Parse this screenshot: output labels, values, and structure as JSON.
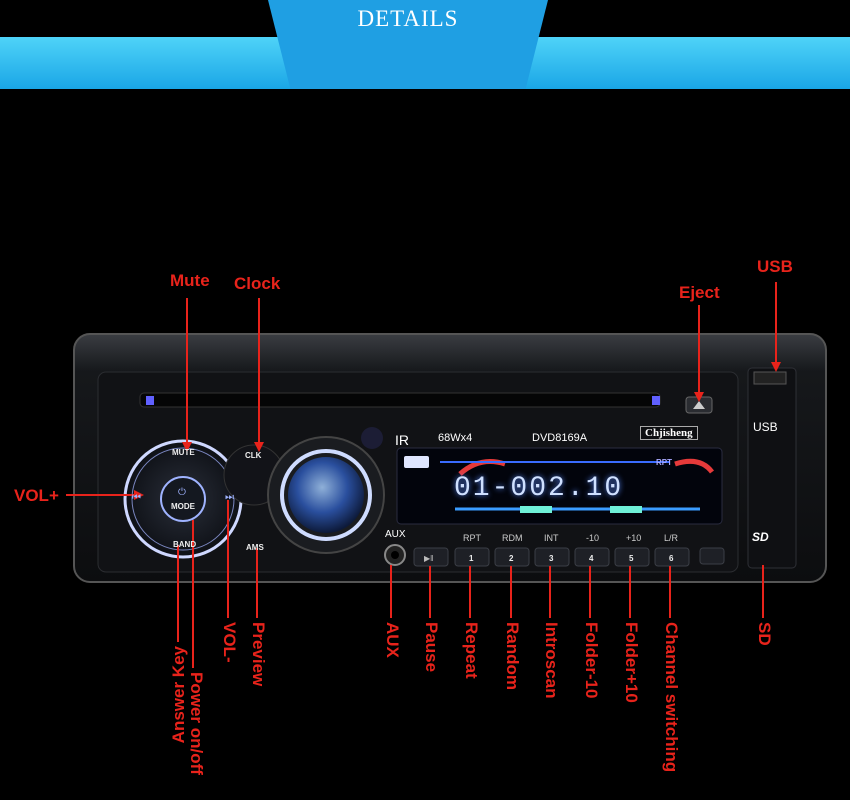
{
  "header": {
    "title": "DETAILS"
  },
  "device": {
    "brand": "Chjisheng",
    "power_rating": "68Wx4",
    "model": "DVD8169A",
    "ir": "IR",
    "display_text": "01-002.10",
    "display_badge": "RPT",
    "aux_jack_label": "AUX",
    "usb_label": "USB",
    "sd_label": "SD",
    "buttons": {
      "mute": "MUTE",
      "mode": "MODE",
      "band": "BAND",
      "clk": "CLK",
      "ams": "AMS"
    },
    "preset_labels": [
      "RPT",
      "RDM",
      "INT",
      "-10",
      "+10",
      "L/R"
    ],
    "preset_numbers": [
      "1",
      "2",
      "3",
      "4",
      "5",
      "6"
    ]
  },
  "callouts": {
    "mute": "Mute",
    "clock": "Clock",
    "eject": "Eject",
    "usb": "USB",
    "vol_up": "VOL+",
    "answer_key": "Answer Key",
    "power": "Power on/off",
    "vol_down": "VOL-",
    "preview": "Preview",
    "aux": "AUX",
    "pause": "Pause",
    "repeat": "Repeat",
    "random": "Random",
    "introscan": "Introscan",
    "folder_minus": "Folder-10",
    "folder_plus": "Folder+10",
    "channel": "Channel switching",
    "sd": "SD"
  },
  "colors": {
    "accent": "#e8231b",
    "banner": "#2fb6ef",
    "display": "#3a7bff"
  }
}
